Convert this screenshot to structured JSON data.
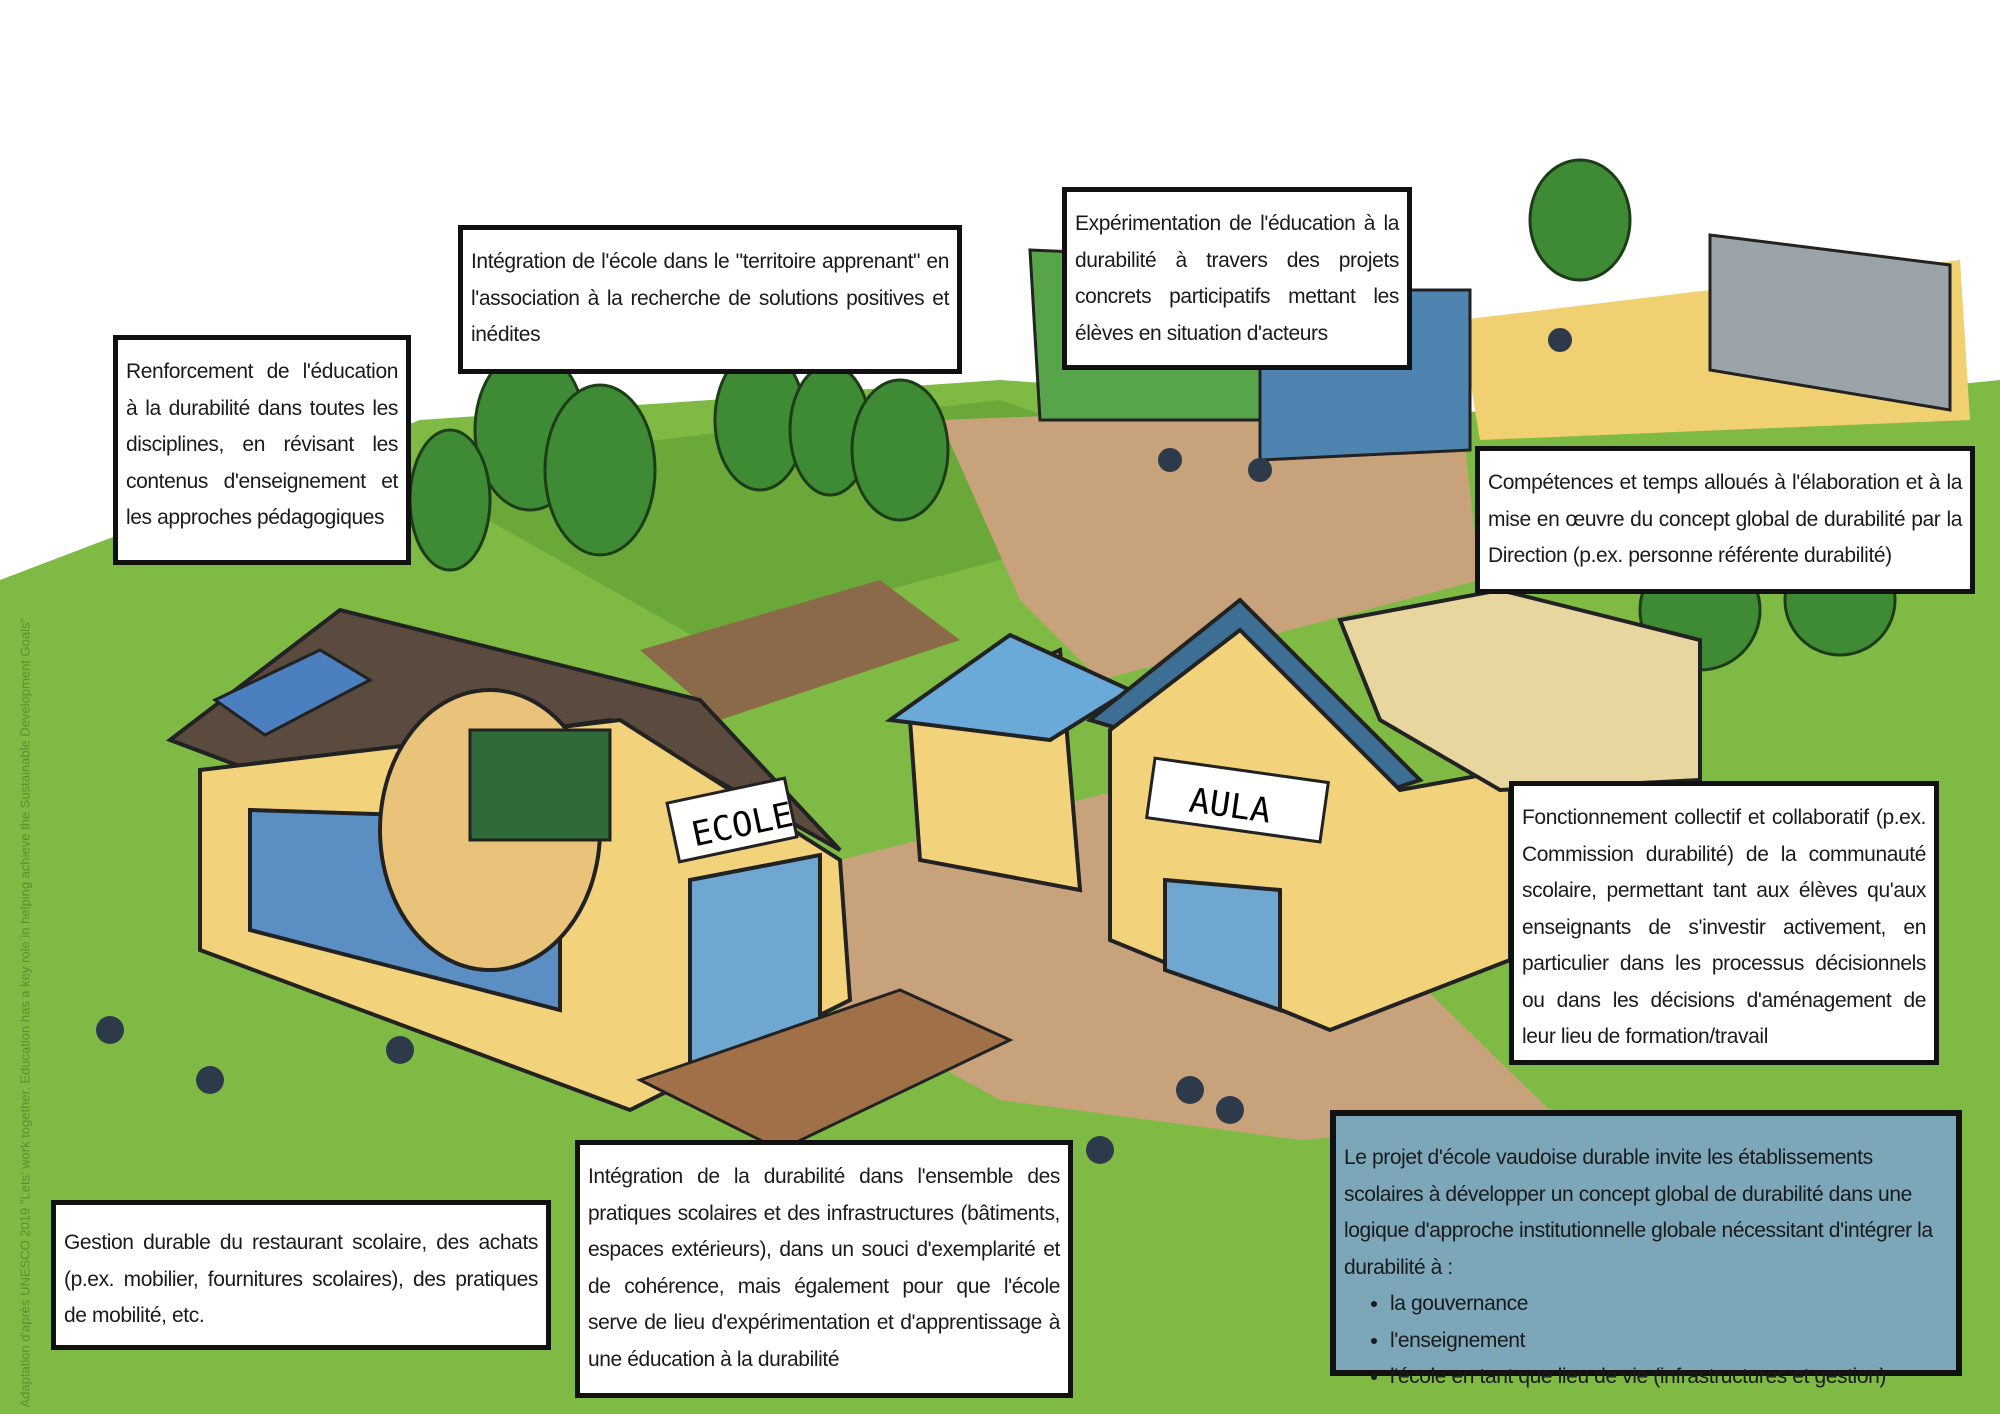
{
  "boxes": {
    "renforcement": "Renforcement de l'éducation à la durabilité dans toutes les disciplines, en révisant les contenus d'enseignement et les approches pédagogiques",
    "territoire": "Intégration de l'école dans le \"territoire apprenant\" en l'association à la recherche de solutions positives et inédites",
    "experimentation": "Expérimentation de l'éducation à la durabilité à travers des projets concrets participatifs mettant les élèves en situation d'acteurs",
    "competences": "Compétences et temps alloués à l'élaboration et à la mise en œuvre du concept global de durabilité par la Direction (p.ex. personne référente durabilité)",
    "fonctionnement": "Fonctionnement collectif et collaboratif (p.ex. Commission durabilité) de la communauté scolaire, permettant tant aux élèves qu'aux enseignants de s'investir activement, en particulier dans les processus décisionnels ou dans les décisions d'aménagement de leur lieu de formation/travail",
    "integration": "Intégration de la durabilité dans l'ensemble des pratiques scolaires et des infrastructures (bâtiments, espaces extérieurs), dans un souci d'exemplarité et de cohérence, mais également pour que l'école serve de lieu d'expérimentation et d'apprentissage à une éducation à la durabilité",
    "gestion": "Gestion durable du restaurant scolaire, des achats (p.ex. mobilier, fournitures scolaires), des pratiques de mobilité, etc."
  },
  "summary": {
    "intro": "Le projet d'école vaudoise durable invite les établissements scolaires à développer un concept global de durabilité dans une logique d'approche institutionnelle globale nécessitant d'intégrer la durabilité à :",
    "items": [
      "la gouvernance",
      "l'enseignement",
      "l'école en tant que lieu de vie (infrastructures et gestion)"
    ]
  },
  "signs": {
    "ecole": "ECOLE",
    "aula": "AULA"
  },
  "credit": "Adaptation d'après UNESCO 2019 \"Lets' work together. Education has a key role in helping achieve the Sustainable Development Goals\"",
  "colors": {
    "grass": "#7fba45",
    "path": "#c8a27a",
    "wall": "#f2d27a",
    "roof": "#5b4a3e",
    "blue_box": "#7ba7b9"
  }
}
